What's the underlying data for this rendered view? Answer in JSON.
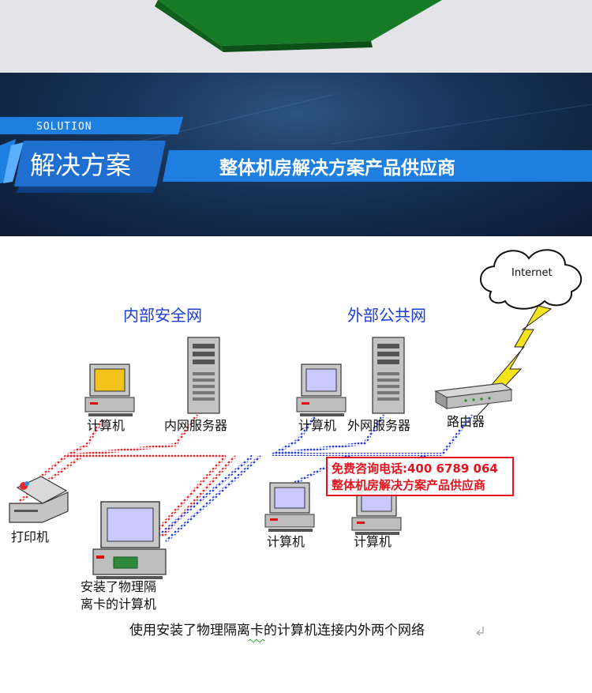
{
  "banner": {
    "solution_tag": "SOLUTION",
    "title": "解决方案",
    "subtitle": "整体机房解决方案产品供应商"
  },
  "diagram": {
    "internal_network_label": "内部安全网",
    "public_network_label": "外部公共网",
    "internet_label": "Internet",
    "nodes": {
      "pc_internal": "计算机",
      "internal_server": "内网服务器",
      "pc_external": "计算机",
      "external_server": "外网服务器",
      "router": "路由器",
      "printer": "打印机",
      "isolated_pc_line1": "安装了物理隔",
      "isolated_pc_line2": "离卡的计算机",
      "pc_public_1": "计算机",
      "pc_public_2": "计算机"
    },
    "promo": {
      "phone_line": "免费咨询电话:400 6789 064",
      "tagline": "整体机房解决方案产品供应商"
    },
    "caption": "使用安装了物理隔离卡的计算机连接内外两个网络"
  },
  "colors": {
    "internal_network": "#e8262c",
    "public_network": "#2b3fd8",
    "banner_blue": "#1e7fe0",
    "promo_red": "#e3141e"
  }
}
